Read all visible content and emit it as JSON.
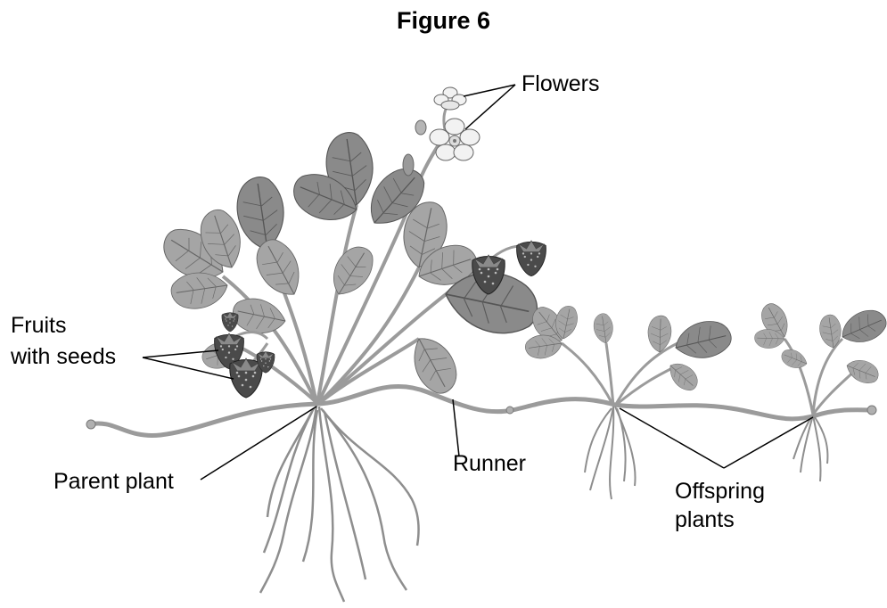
{
  "figure": {
    "title": "Figure 6",
    "labels": {
      "flowers": "Flowers",
      "fruits_line1": "Fruits",
      "fruits_line2": "with seeds",
      "parent_plant": "Parent plant",
      "runner": "Runner",
      "offspring_line1": "Offspring",
      "offspring_line2": "plants"
    },
    "colors": {
      "leaf_dark": "#7a7a7a",
      "leaf_light": "#a9a9a9",
      "stem": "#9b9b9b",
      "fruit": "#4a4a4a",
      "root": "#8e8e8e",
      "flower": "#f2f2f2"
    }
  }
}
